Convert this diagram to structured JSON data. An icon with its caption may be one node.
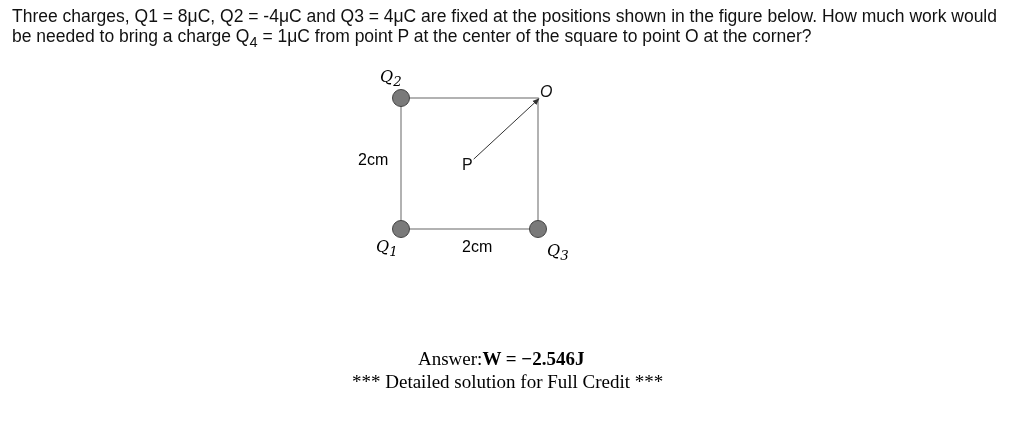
{
  "diagram": {
    "title": "Three charges, Q1 = 8μC, Q2 = -4μC and Q3 = 4μC are fixed at the positions shown in the figure below. How much work would be needed to bring a charge Q$_{4}$ = 1μC from point P at the center of the square to point O at the corner?",
    "nodes": [
      {
        "text": [],
        "shape": "circle",
        "beside": [
          "Q$_{2}$"
        ]
      },
      {
        "text": [
          "O"
        ]
      },
      {
        "text": [
          "P"
        ]
      },
      {
        "text": [],
        "shape": "circle",
        "beside": [
          "Q$_{1}$"
        ]
      },
      {
        "text": [],
        "shape": "circle",
        "beside": [
          "Q$_{3}$"
        ]
      }
    ],
    "edges": [
      {
        "from": 2,
        "to": 1,
        "arrow": "to"
      }
    ],
    "labels": [
      "2cm",
      "2cm",
      "Answer:**W = −2.546J**",
      "*** Detailed solution for Full Credit ***"
    ]
  }
}
